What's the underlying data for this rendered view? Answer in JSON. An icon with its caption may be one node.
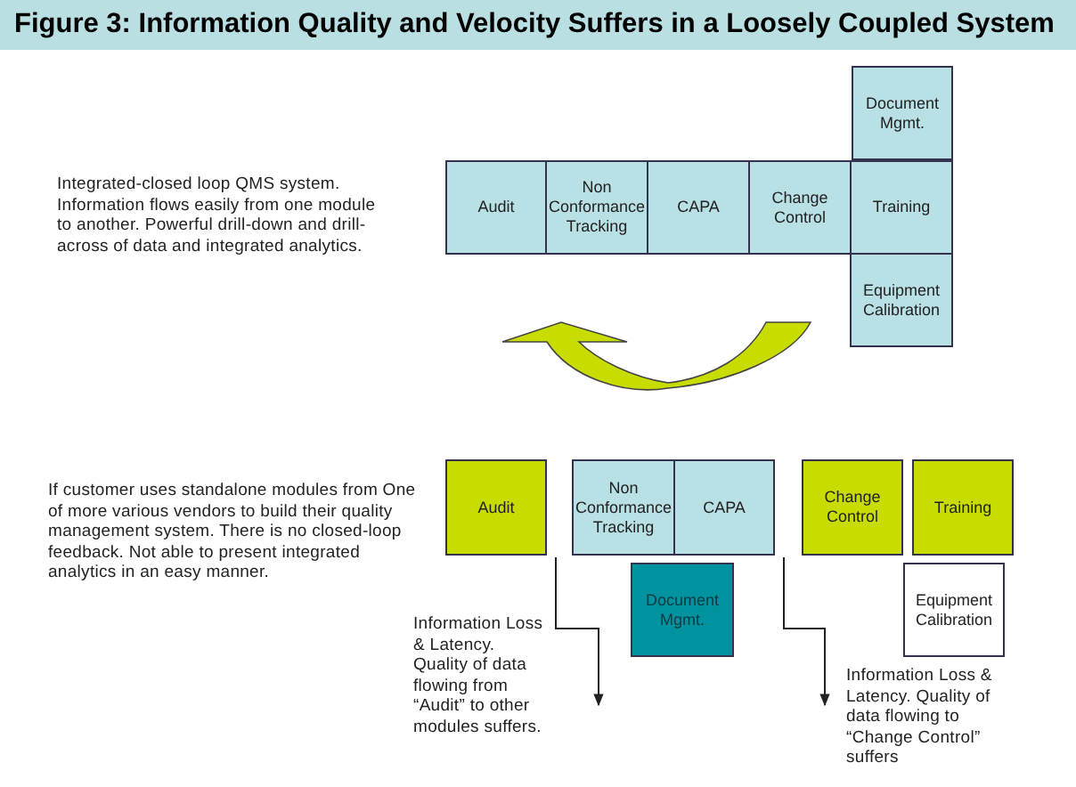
{
  "diagram": {
    "title": "Figure 3: Information Quality and Velocity Suffers in a Loosely Coupled System",
    "nodes": [
      {
        "text": [
          "Document Mgmt."
        ]
      },
      {
        "text": [
          "Audit"
        ]
      },
      {
        "text": [
          "Non Conformance Tracking"
        ]
      },
      {
        "text": [
          "CAPA"
        ]
      },
      {
        "text": [
          "Change Control"
        ]
      },
      {
        "text": [
          "Training"
        ]
      },
      {
        "text": [
          "Equipment Calibration"
        ]
      },
      {
        "text": [
          "Audit"
        ]
      },
      {
        "text": [
          "Non Conformance Tracking"
        ]
      },
      {
        "text": [
          "CAPA"
        ]
      },
      {
        "text": [
          "Change Control"
        ]
      },
      {
        "text": [
          "Training"
        ]
      },
      {
        "text": [
          "Document Mgmt."
        ]
      },
      {
        "text": [
          "Equipment Calibration"
        ]
      },
      {
        "text": [
          "Information Loss & Latency. Quality of data flowing from “Audit” to other modules suffers."
        ]
      },
      {
        "text": [
          "Information Loss & Latency. Quality of data flowing to “Change Control” suffers"
        ]
      }
    ],
    "edges": [
      {
        "from": 7,
        "to": 14,
        "arrow": "to"
      },
      {
        "from": 9,
        "to": 15,
        "arrow": "to"
      }
    ],
    "labels": [
      "Integrated-closed loop QMS system. Information flows easily from one module to another. Powerful drill-down and drill-across of data and integrated analytics.",
      "If customer uses standalone modules from One of more various vendors to build their quality management system.  There is no closed-loop feedback. Not able to present integrated analytics in an easy manner."
    ]
  }
}
